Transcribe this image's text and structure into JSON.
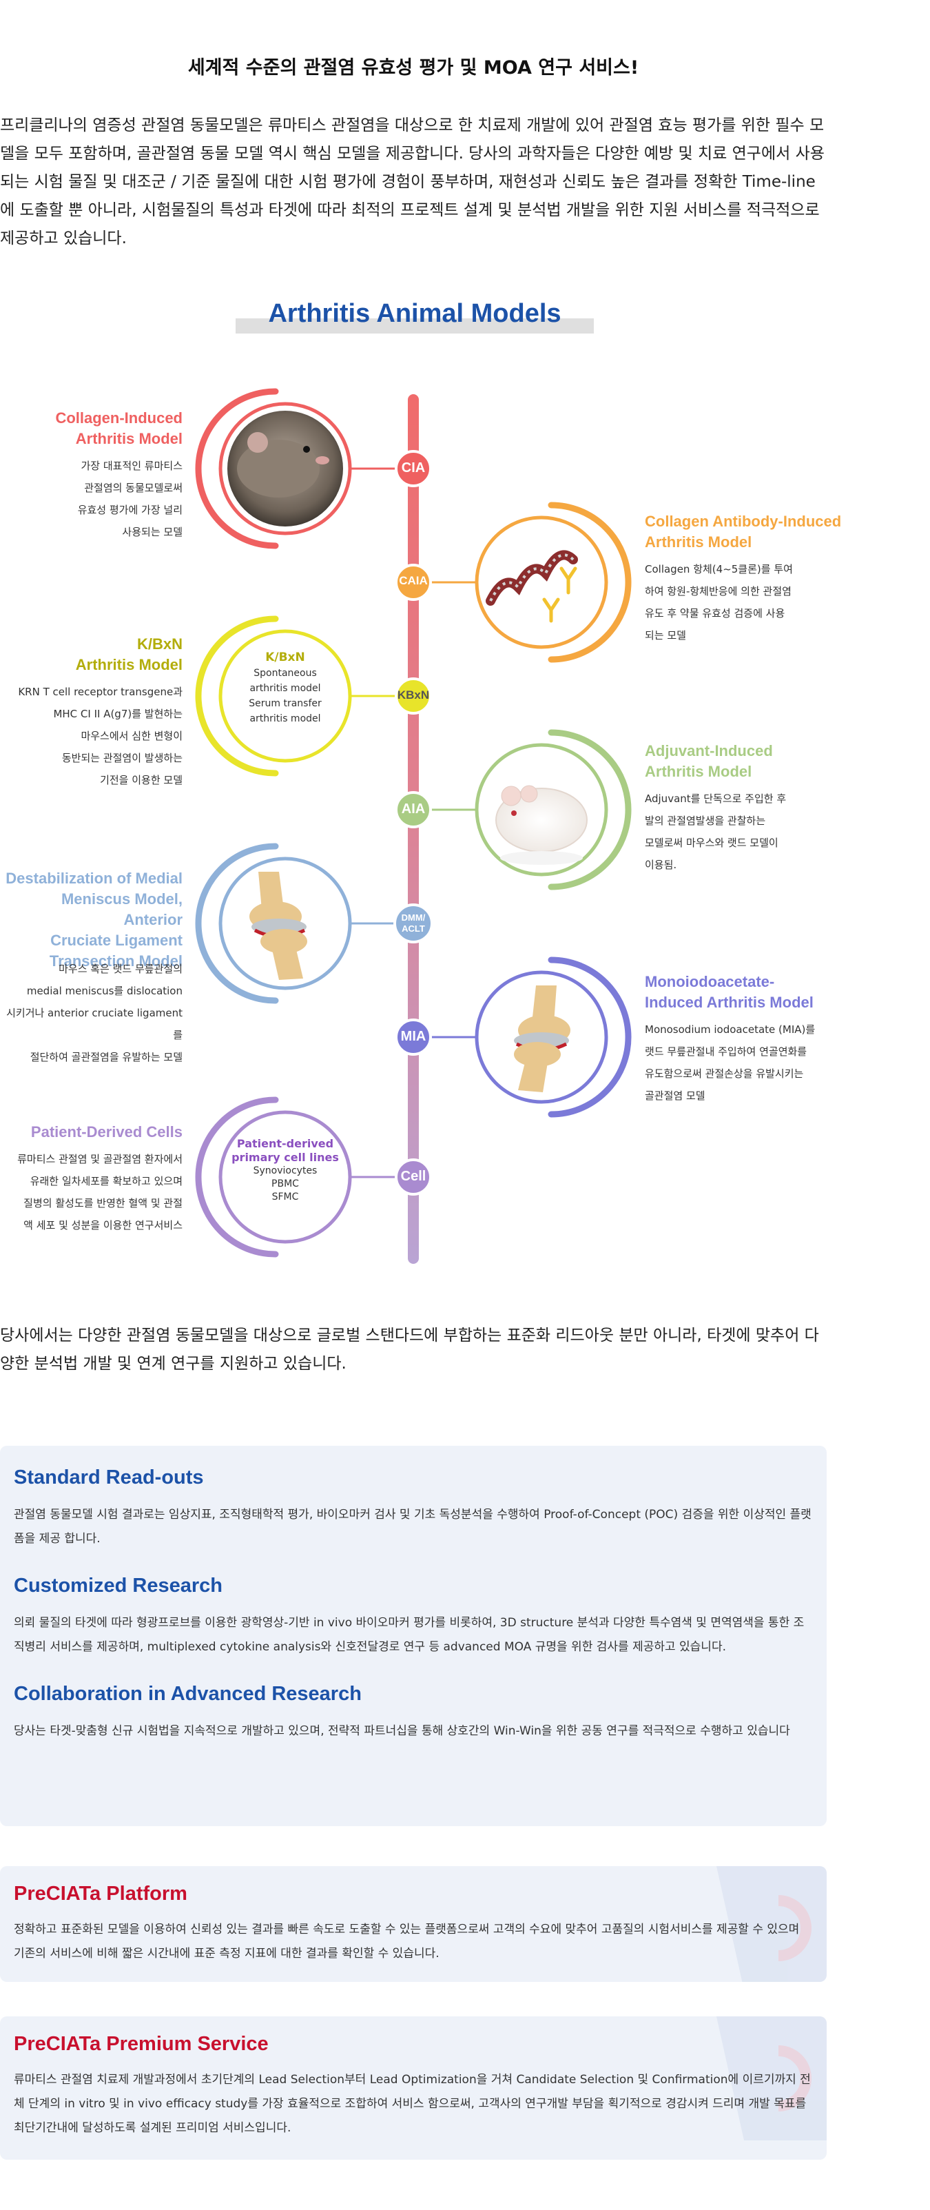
{
  "heading": "세계적 수준의 관절염 유효성 평가 및 MOA 연구 서비스!",
  "intro": "프리클리나의 염증성 관절염 동물모델은 류마티스 관절염을 대상으로 한 치료제 개발에 있어 관절염 효능 평가를 위한 필수 모델을 모두 포함하며, 골관절염 동물 모델 역시 핵심 모델을 제공합니다. 당사의 과학자들은 다양한 예방 및 치료 연구에서 사용되는 시험 물질 및 대조군 / 기준 물질에 대한 시험 평가에 경험이 풍부하며, 재현성과 신뢰도 높은 결과를 정확한 Time-line에 도출할 뿐 아니라, 시험물질의 특성과 타겟에 따라 최적의 프로젝트 설계 및 분석법 개발을 위한 지원 서비스를 적극적으로 제공하고 있습니다.",
  "section_title": "Arthritis Animal Models",
  "models": {
    "cia": {
      "node": "CIA",
      "title1": "Collagen-Induced",
      "title2": "Arthritis Model",
      "desc": [
        "가장 대표적인 류마티스",
        "관절염의 동물모델로써",
        "유효성 평가에 가장 널리",
        "사용되는 모델"
      ],
      "color": "#ef6060"
    },
    "caia": {
      "node": "CAIA",
      "title1": "Collagen Antibody-Induced",
      "title2": "Arthritis Model",
      "desc": [
        "Collagen 항체(4~5클론)를 투여",
        "하여 항원-항체반응에 의한 관절염",
        "유도 후 약물 유효성 검증에 사용",
        "되는 모델"
      ],
      "color": "#f5a740"
    },
    "kbxn": {
      "node": "KBxN",
      "title1": "K/BxN",
      "title2": "Arthritis  Model",
      "desc": [
        "KRN T cell receptor transgene과",
        "MHC CI II A(g7)를 발현하는",
        "마우스에서 심한 변형이",
        "동반되는 관절염이 발생하는",
        "기전을 이용한 모델"
      ],
      "circle_title": "K/BxN",
      "circle_lines": [
        "Spontaneous",
        "arthritis model",
        "Serum transfer",
        "arthritis model"
      ],
      "color": "#e8e42a",
      "title_color": "#b3ad0b"
    },
    "aia": {
      "node": "AIA",
      "title1": "Adjuvant-Induced",
      "title2": "Arthritis Model",
      "desc": [
        "Adjuvant를 단독으로 주입한 후",
        "발의 관절염발생을 관찰하는",
        "모델로써 마우스와 랫드 모델이",
        "이용됨."
      ],
      "color": "#a9cc84"
    },
    "dmm": {
      "node1": "DMM/",
      "node2": "ACLT",
      "title": [
        "Destabilization of Medial",
        "Meniscus Model, Anterior",
        "Cruciate Ligament",
        "Transection Model"
      ],
      "desc": [
        "마우스 혹은 랫드 무릎관절의",
        "medial meniscus를 dislocation",
        "시키거나 anterior cruciate ligament를",
        "절단하여 골관절염을 유발하는 모델"
      ],
      "color": "#8fb1d9"
    },
    "mia": {
      "node": "MIA",
      "title1": "Monoiodoacetate-",
      "title2": "Induced Arthritis Model",
      "desc": [
        "Monosodium iodoacetate (MIA)를",
        "랫드 무릎관절내 주입하여 연골연화를",
        "유도함으로써 관절손상을 유발시키는",
        "골관절염 모델"
      ],
      "color": "#7b7ad8"
    },
    "cell": {
      "node": "Cell",
      "title": "Patient-Derived Cells",
      "desc": [
        "류마티스 관절염 및 골관절염 환자에서",
        "유래한 일차세포를 확보하고 있으며",
        "질병의 활성도를 반영한 혈액 및 관절",
        "액 세포 및 성분을 이용한 연구서비스"
      ],
      "circle_title1": "Patient-derived",
      "circle_title2": "primary cell lines",
      "circle_lines": [
        "Synoviocytes",
        "PBMC",
        "SFMC"
      ],
      "color": "#a98bd0",
      "title_color": "#8a4fbf"
    }
  },
  "outro": "당사에서는 다양한 관절염 동물모델을 대상으로 글로벌 스탠다드에 부합하는 표준화 리드아웃 분만 아니라, 타겟에 맞추어 다양한 분석법 개발 및 연계 연구를 지원하고 있습니다.",
  "services": [
    {
      "title": "Standard Read-outs",
      "text": "관절염 동물모델 시험 결과로는 임상지표, 조직형태학적 평가, 바이오마커 검사 및 기초 독성분석을 수행하여 Proof-of-Concept (POC) 검증을 위한 이상적인 플랫폼을 제공 합니다."
    },
    {
      "title": "Customized Research",
      "text": "의뢰 물질의 타겟에 따라 형광프로브를 이용한 광학영상-기반 in vivo 바이오마커 평가를 비롯하여, 3D structure 분석과 다양한 특수염색 및 면역염색을 통한 조직병리 서비스를 제공하며, multiplexed cytokine analysis와 신호전달경로 연구 등 advanced MOA 규명을 위한 검사를 제공하고 있습니다."
    },
    {
      "title": "Collaboration in Advanced Research",
      "text": "당사는 타겟-맞춤형 신규 시험법을 지속적으로 개발하고 있으며, 전략적 파트너십을 통해 상호간의 Win-Win을 위한 공동 연구를 적극적으로 수행하고 있습니다"
    }
  ],
  "platform": {
    "title": "PreCIATa Platform",
    "text": "정확하고 표준화된 모델을 이용하여 신뢰성 있는 결과를 빠른 속도로 도출할 수 있는 플랫폼으로써 고객의 수요에 맞추어 고품질의 시험서비스를 제공할 수 있으며 기존의 서비스에 비해 짧은 시간내에 표준 측정 지표에 대한 결과를 확인할 수 있습니다."
  },
  "premium": {
    "title": "PreCIATa Premium Service",
    "text": "류마티스 관절염 치료제 개발과정에서 초기단계의 Lead Selection부터 Lead Optimization을 거쳐 Candidate Selection 및 Confirmation에 이르기까지 전체 단계의 in vitro 및 in vivo efficacy study를 가장 효율적으로 조합하여 서비스 함으로써, 고객사의 연구개발 부담을 획기적으로 경감시켜 드리며 개발 목표를 최단기간내에 달성하도록 설계된 프리미엄 서비스입니다."
  }
}
